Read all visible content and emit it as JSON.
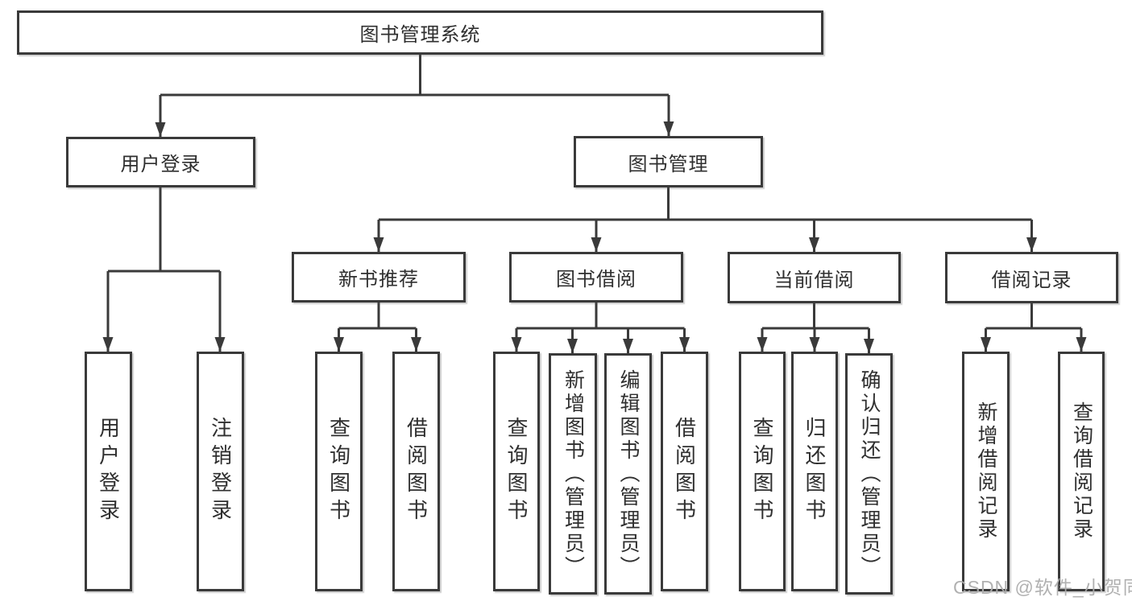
{
  "tree": {
    "label": "图书管理系统",
    "children": [
      {
        "label": "用户登录",
        "children": [
          {
            "label": "用户登录"
          },
          {
            "label": "注销登录"
          }
        ]
      },
      {
        "label": "图书管理",
        "children": [
          {
            "label": "新书推荐",
            "children": [
              {
                "label": "查询图书"
              },
              {
                "label": "借阅图书"
              }
            ]
          },
          {
            "label": "图书借阅",
            "children": [
              {
                "label": "查询图书"
              },
              {
                "label": "新增图书（管理员）"
              },
              {
                "label": "编辑图书（管理员）"
              },
              {
                "label": "借阅图书"
              }
            ]
          },
          {
            "label": "当前借阅",
            "children": [
              {
                "label": "查询图书"
              },
              {
                "label": "归还图书"
              },
              {
                "label": "确认归还（管理员）"
              }
            ]
          },
          {
            "label": "借阅记录",
            "children": [
              {
                "label": "新增借阅记录"
              },
              {
                "label": "查询借阅记录"
              }
            ]
          }
        ]
      }
    ]
  },
  "watermark": {
    "text": "CSDN @软件_小贺同学"
  },
  "colors": {
    "line": "#3a3a3a",
    "box_border": "#3a3a3a",
    "text": "#2f2f2f",
    "watermark": "#adadad",
    "background": "#ffffff"
  }
}
